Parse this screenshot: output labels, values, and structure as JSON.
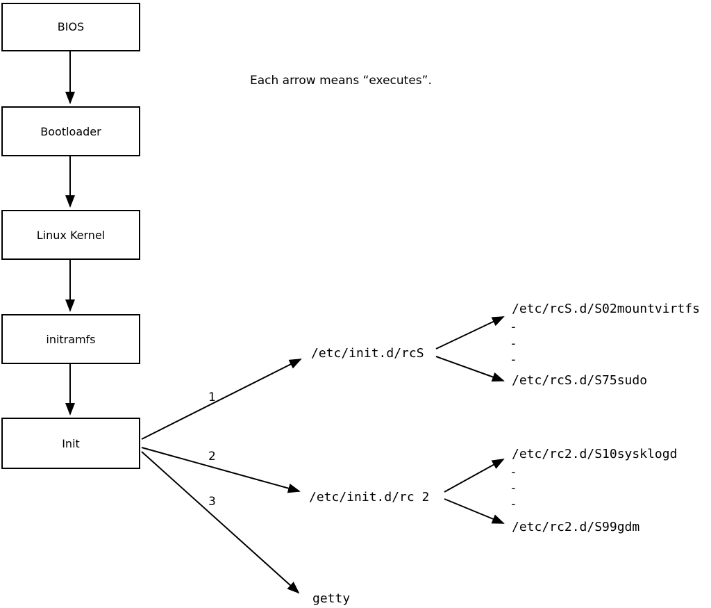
{
  "diagram": {
    "caption": "Each arrow means “executes”.",
    "chain": [
      {
        "label": "BIOS"
      },
      {
        "label": "Bootloader"
      },
      {
        "label": "Linux Kernel"
      },
      {
        "label": "initramfs"
      },
      {
        "label": "Init"
      }
    ],
    "branches": [
      {
        "order": "1",
        "target": "/etc/init.d/rcS"
      },
      {
        "order": "2",
        "target": "/etc/init.d/rc 2"
      },
      {
        "order": "3",
        "target": "getty"
      }
    ],
    "rcS_children": {
      "first": "/etc/rcS.d/S02mountvirtfs",
      "dash1": "-",
      "dash2": "-",
      "dash3": "-",
      "last": "/etc/rcS.d/S75sudo"
    },
    "rc2_children": {
      "first": "/etc/rc2.d/S10sysklogd",
      "dash1": "-",
      "dash2": "-",
      "dash3": "-",
      "last": "/etc/rc2.d/S99gdm"
    }
  }
}
